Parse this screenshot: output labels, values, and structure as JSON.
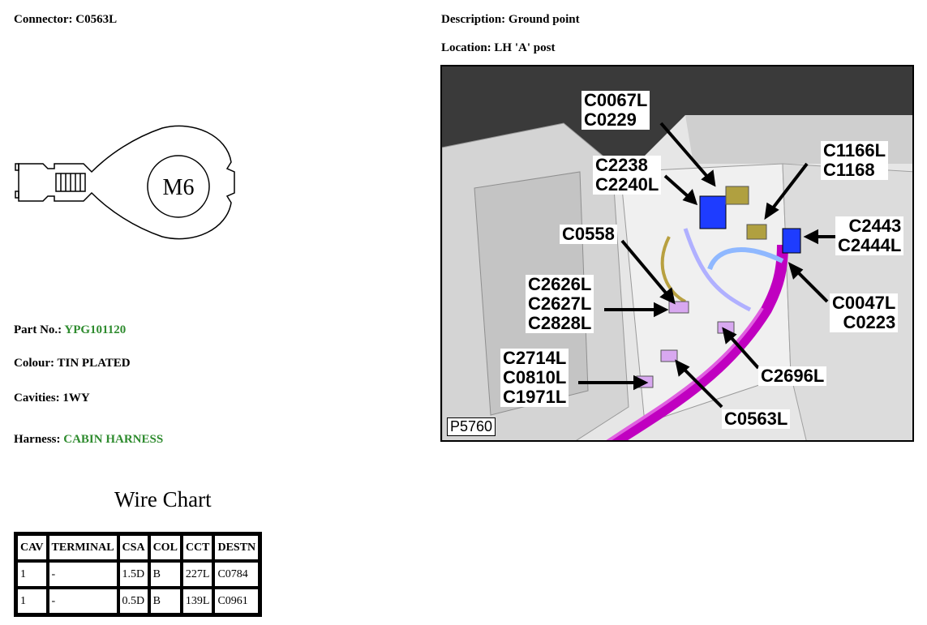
{
  "connector": {
    "label": "Connector:",
    "value": "C0563L"
  },
  "description": {
    "label": "Description:",
    "value": "Ground point"
  },
  "location": {
    "label": "Location:",
    "value": "LH 'A' post"
  },
  "terminal_drawing": {
    "text": "M6"
  },
  "part_no": {
    "label": "Part No.:",
    "value": "YPG101120"
  },
  "colour": {
    "label": "Colour:",
    "value": "TIN PLATED"
  },
  "cavities": {
    "label": "Cavities:",
    "value": "1WY"
  },
  "harness": {
    "label": "Harness:",
    "value": "CABIN HARNESS"
  },
  "accent_color": "#2e8b2e",
  "wire_chart": {
    "title": "Wire Chart",
    "headers": [
      "CAV",
      "TERMINAL",
      "CSA",
      "COL",
      "CCT",
      "DESTN"
    ],
    "rows": [
      [
        "1",
        "-",
        "1.5D",
        "B",
        "227L",
        "C0784"
      ],
      [
        "1",
        "-",
        "0.5D",
        "B",
        "139L",
        "C0961"
      ]
    ]
  },
  "photo": {
    "label": "P5760",
    "callouts": [
      [
        "C0067L",
        "C0229"
      ],
      [
        "C2238",
        "C2240L"
      ],
      [
        "C1166L",
        "C1168"
      ],
      [
        "C0558"
      ],
      [
        "C2443",
        "C2444L"
      ],
      [
        "C2626L",
        "C2627L",
        "C2828L"
      ],
      [
        "C0047L",
        "C0223"
      ],
      [
        "C2714L",
        "C0810L",
        "C1971L"
      ],
      [
        "C2696L"
      ],
      [
        "C0563L"
      ]
    ]
  }
}
